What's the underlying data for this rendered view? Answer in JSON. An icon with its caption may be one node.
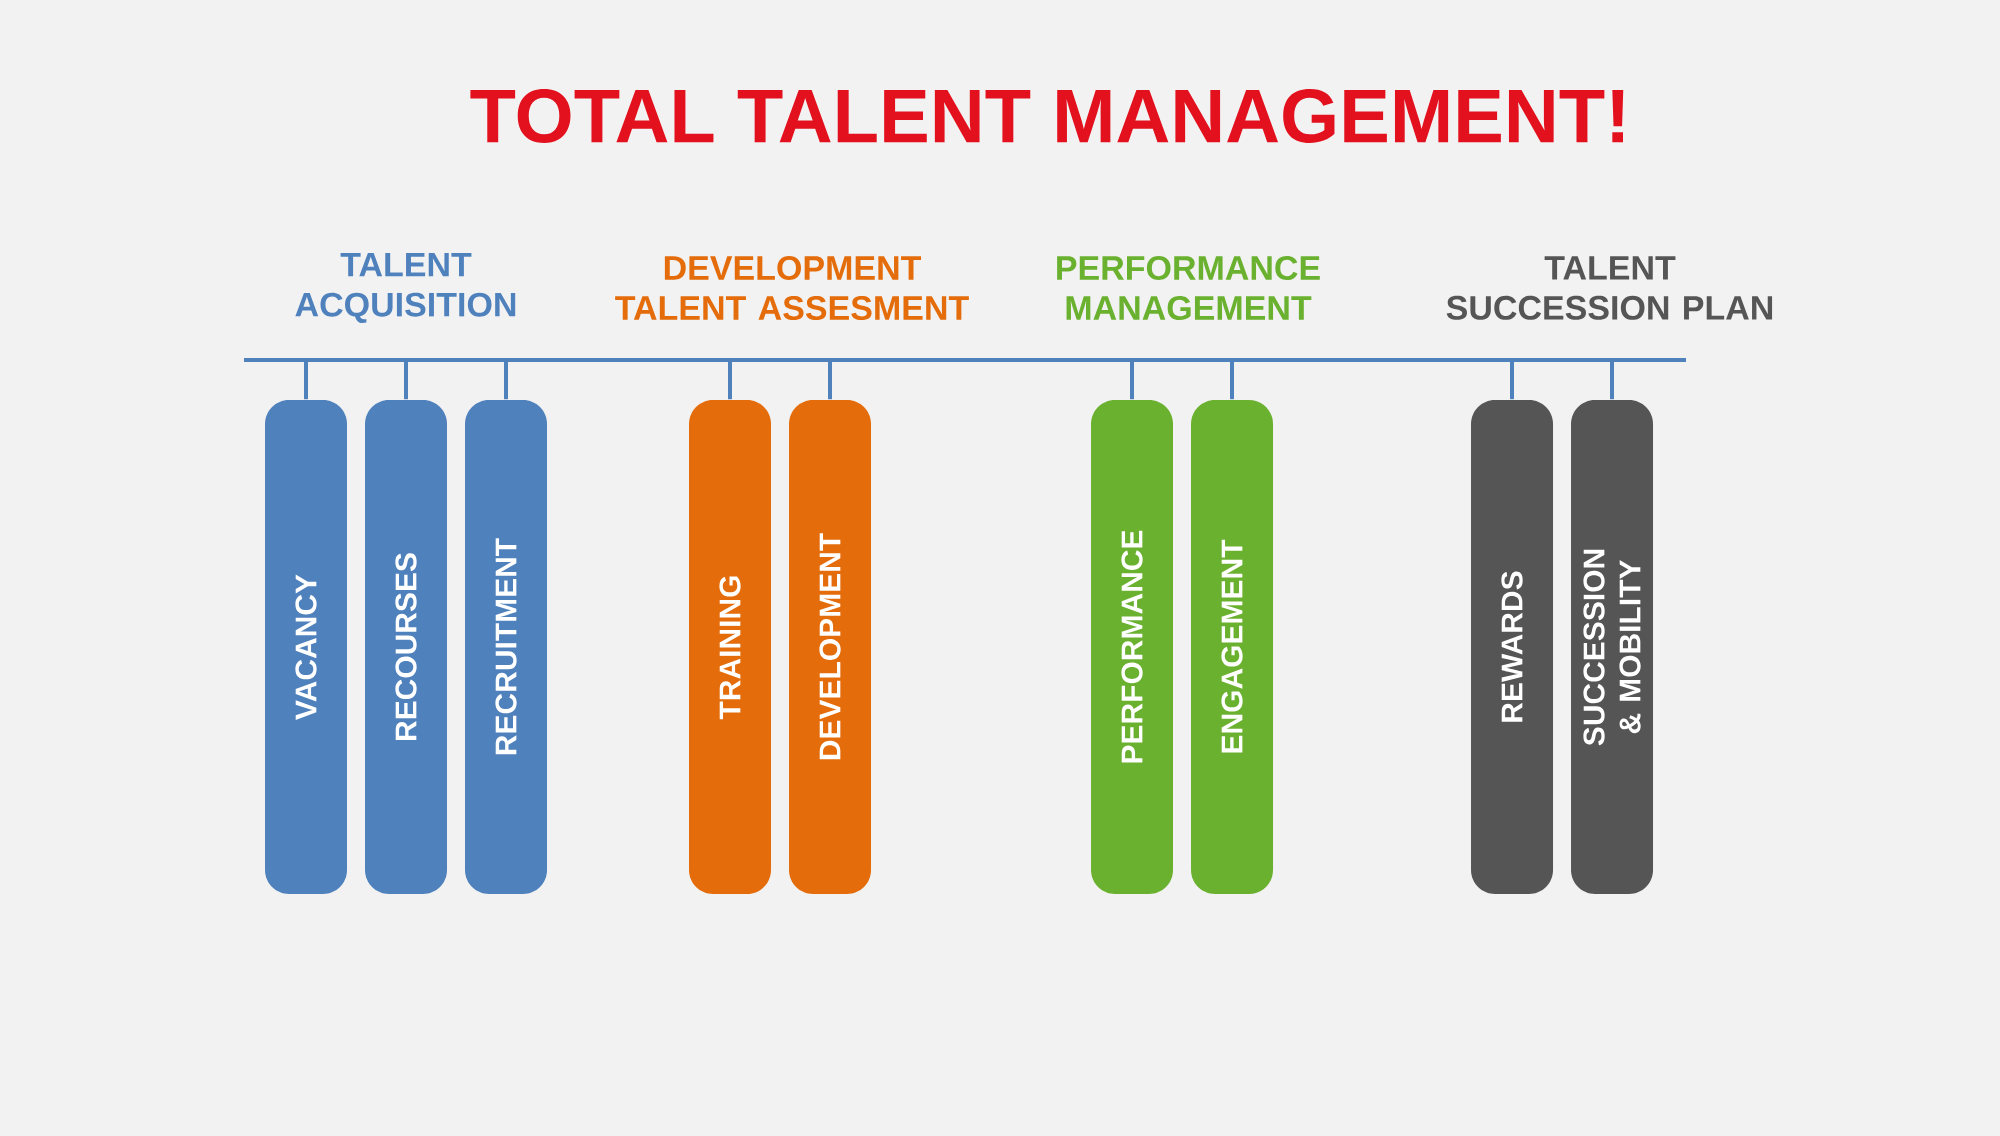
{
  "diagram": {
    "title": "TOTAL TALENT MANAGEMENT!",
    "nodes": [
      {
        "text": [
          "VACANCY"
        ]
      },
      {
        "text": [
          "RECOURSES"
        ]
      },
      {
        "text": [
          "RECRUITMENT"
        ]
      },
      {
        "text": [
          "TRAINING"
        ]
      },
      {
        "text": [
          "DEVELOPMENT"
        ]
      },
      {
        "text": [
          "PERFORMANCE"
        ]
      },
      {
        "text": [
          "ENGAGEMENT"
        ]
      },
      {
        "text": [
          "REWARDS"
        ]
      },
      {
        "text": [
          "SUCCESSION & MOBILITY"
        ]
      }
    ],
    "edges": [
      {
        "from": null,
        "to": 0,
        "arrow": "none"
      },
      {
        "from": null,
        "to": 1,
        "arrow": "none"
      },
      {
        "from": null,
        "to": 2,
        "arrow": "none"
      },
      {
        "from": null,
        "to": 3,
        "arrow": "none"
      },
      {
        "from": null,
        "to": 4,
        "arrow": "none"
      },
      {
        "from": null,
        "to": 5,
        "arrow": "none"
      },
      {
        "from": null,
        "to": 6,
        "arrow": "none"
      },
      {
        "from": null,
        "to": 7,
        "arrow": "none"
      },
      {
        "from": null,
        "to": 8,
        "arrow": "none"
      }
    ],
    "labels": [
      "TALENT ACQUISITION",
      "DEVELOPMENT TALENT ASSESMENT",
      "PERFORMANCE MANAGEMENT",
      "TALENT SUCCESSION PLAN"
    ]
  }
}
